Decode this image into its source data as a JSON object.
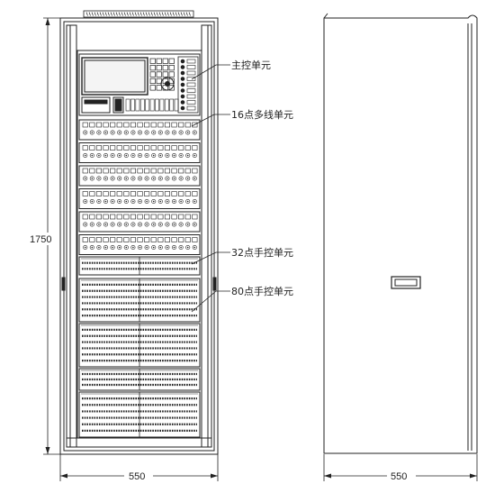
{
  "labels": {
    "main_control": "主控单元",
    "multiline_16": "16点多线单元",
    "manual_32": "32点手控单元",
    "manual_80": "80点手控单元"
  },
  "dimensions": {
    "height": "1750",
    "front_width": "550",
    "side_width": "550"
  },
  "colors": {
    "line": "#222222",
    "panel_fill": "#ffffff",
    "screen_fill": "#f4f4f4"
  },
  "modules": {
    "multiline_16_rows": 6,
    "manual_32_rows": 1,
    "manual_80_rows": 4
  }
}
